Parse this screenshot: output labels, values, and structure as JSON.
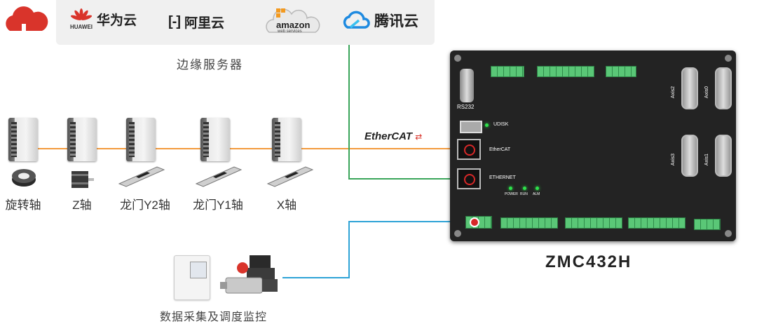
{
  "cloud": {
    "huawei_cn": "华为云",
    "huawei_en": "HUAWEI",
    "aliyun": "阿里云",
    "aliyun_mark": "[-]",
    "amazon": "amazon",
    "amazon_sub": "web services",
    "tencent": "腾讯云"
  },
  "edge_caption": "边缘服务器",
  "axes": [
    "旋转轴",
    "Z轴",
    "龙门Y2轴",
    "龙门Y1轴",
    "X轴"
  ],
  "ethercat_logo": "EtherCAT",
  "controller": {
    "model": "ZMC432H",
    "rs232": "RS232",
    "udisk": "UDISK",
    "ethercat_port": "EtherCAT",
    "ethernet_port": "ETHERNET",
    "axis_ports": [
      "Axis2",
      "Axis0",
      "Axis3",
      "Axis1"
    ],
    "leds": [
      "POWER",
      "RUN",
      "ALM"
    ]
  },
  "monitor_caption": "数据采集及调度监控",
  "colors": {
    "ethercat_line": "#f39a3c",
    "ethernet_line": "#3aa55a",
    "serial_line": "#2ea3d6",
    "cloud_red": "#d9342b",
    "tencent_blue": "#1e8ae0"
  }
}
